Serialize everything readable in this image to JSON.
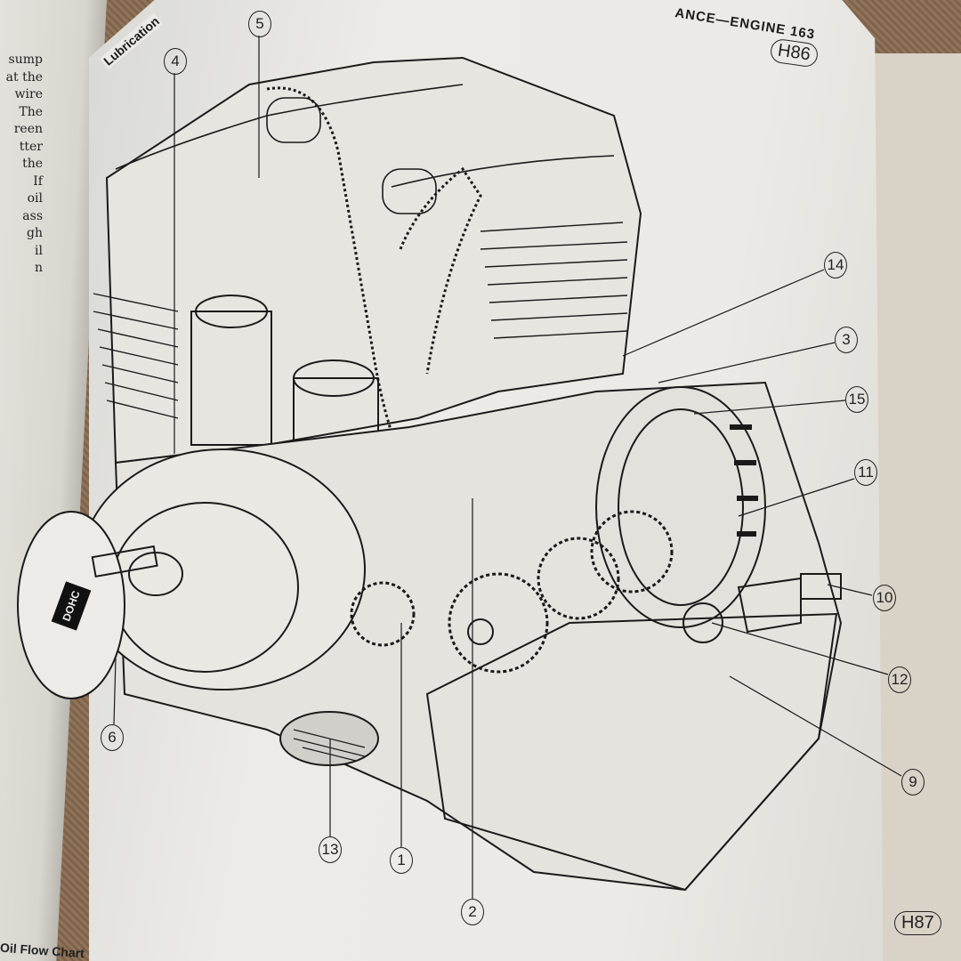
{
  "left_page": {
    "text_lines": [
      "sump",
      "at the",
      "wire",
      "The",
      "reen",
      "tter",
      "the",
      "If",
      "oil",
      "ass",
      "gh",
      "il",
      "n"
    ]
  },
  "header": {
    "running_title": "ANCE—ENGINE 163",
    "section": "Lubrication"
  },
  "figures": {
    "top_label": "H86",
    "bottom_label": "H87"
  },
  "diagram": {
    "cover_badge": "DOHC",
    "callouts": [
      "4",
      "5",
      "14",
      "3",
      "15",
      "11",
      "10",
      "12",
      "9",
      "6",
      "13",
      "1",
      "2"
    ]
  },
  "footer": {
    "caption": "Oil Flow Chart"
  },
  "colors": {
    "paper": "#ebeae6",
    "ink": "#1a1a1a",
    "background": "#8a6e55"
  }
}
